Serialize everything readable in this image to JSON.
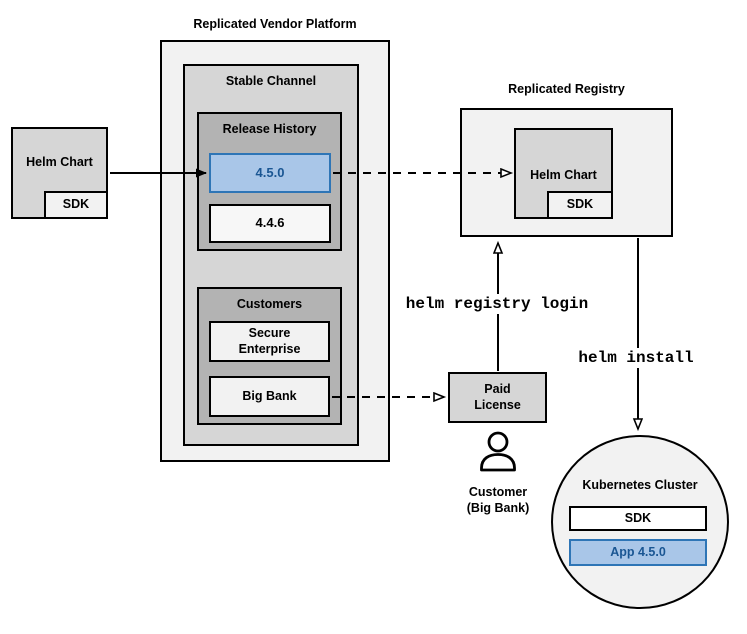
{
  "vendor_platform": {
    "title": "Replicated Vendor Platform",
    "stable_channel": {
      "label": "Stable Channel",
      "release_history": {
        "label": "Release History",
        "releases": [
          {
            "version": "4.5.0",
            "highlighted": true
          },
          {
            "version": "4.4.6",
            "highlighted": false
          }
        ]
      },
      "customers": {
        "label": "Customers",
        "items": [
          {
            "name": "Secure Enterprise"
          },
          {
            "name": "Big Bank"
          }
        ]
      }
    }
  },
  "source_helm_chart": {
    "label": "Helm Chart",
    "sdk": "SDK"
  },
  "registry": {
    "title": "Replicated Registry",
    "helm_chart": {
      "label": "Helm Chart",
      "sdk": "SDK"
    }
  },
  "paid_license": {
    "line1": "Paid",
    "line2": "License"
  },
  "customer": {
    "line1": "Customer",
    "line2": "(Big Bank)"
  },
  "commands": {
    "registry_login": "helm registry login",
    "install": "helm install"
  },
  "cluster": {
    "label": "Kubernetes Cluster",
    "sdk": "SDK",
    "app": "App 4.5.0"
  },
  "colors": {
    "background": "#FFFFFF",
    "box_border": "#000000",
    "light_gray_fill": "#F2F2F2",
    "medium_gray_fill": "#D6D6D6",
    "dark_gray_fill": "#B3B3B3",
    "highlight_fill": "#A9C6E8",
    "highlight_border": "#2E75B6",
    "highlight_text": "#1A5693"
  }
}
